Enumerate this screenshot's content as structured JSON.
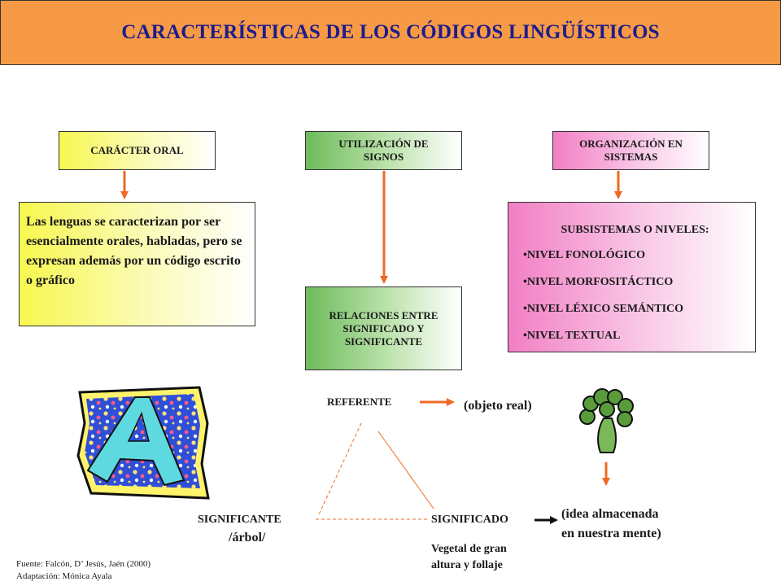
{
  "title": "CARACTERÍSTICAS DE LOS CÓDIGOS LINGÜÍSTICOS",
  "columns": {
    "oral": {
      "header": "CARÁCTER ORAL",
      "description": "Las lenguas se caracterizan por ser esencialmente orales, habladas, pero se expresan además por un código escrito o gráfico"
    },
    "signs": {
      "header": "UTILIZACIÓN DE SIGNOS",
      "relation": "RELACIONES ENTRE SIGNIFICADO Y SIGNIFICANTE"
    },
    "systems": {
      "header": "ORGANIZACIÓN EN SISTEMAS",
      "subtitle": "SUBSISTEMAS O NIVELES:",
      "levels": [
        "NIVEL FONOLÓGICO",
        "NIVEL MORFOSITÁCTICO",
        "NIVEL LÉXICO SEMÁNTICO",
        "NIVEL TEXTUAL"
      ]
    }
  },
  "triangle": {
    "referente": "REFERENTE",
    "referente_note": "(objeto real)",
    "significante": "SIGNIFICANTE",
    "significante_example": "/árbol/",
    "significado": "SIGNIFICADO",
    "significado_example_line1": "Vegetal de gran",
    "significado_example_line2": "altura y follaje",
    "significado_note_line1": "(idea almacenada",
    "significado_note_line2": "en nuestra mente)"
  },
  "clipart_letter": "A",
  "source_line1": "Fuente: Falcón, D’ Jesús, Jaén (2000)",
  "source_line2": "Adaptación: Mónica Ayala",
  "colors": {
    "header_bg": "#f79a45",
    "title_text": "#1c1c8c",
    "arrow": "#ee6a22",
    "yellow": "#f7f750",
    "green": "#6dbb5b",
    "pink": "#f27fc4"
  }
}
